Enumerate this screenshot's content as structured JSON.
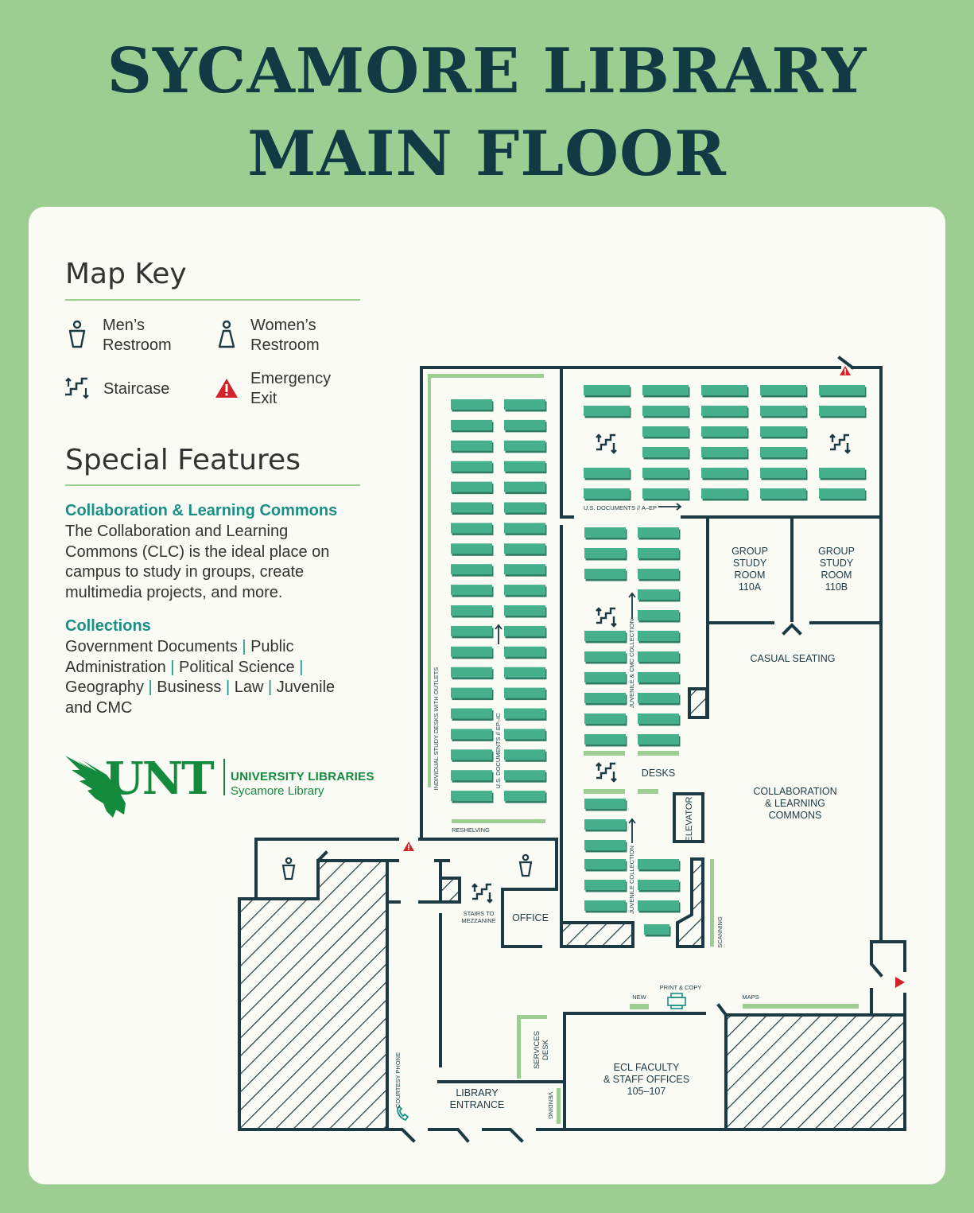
{
  "title_line1": "SYCAMORE LIBRARY",
  "title_line2": "MAIN FLOOR",
  "map_key": {
    "heading": "Map Key",
    "mens": "Men’s Restroom",
    "womens": "Women’s Restroom",
    "stairs": "Staircase",
    "exit": "Emergency Exit",
    "icons": [
      "mens-restroom-icon",
      "womens-restroom-icon",
      "staircase-icon",
      "emergency-exit-icon"
    ]
  },
  "special": {
    "heading": "Special Features",
    "clc_title": "Collaboration & Learning Commons",
    "clc_body": "The Collaboration and Learning Commons (CLC) is the ideal place on campus to study in groups, create multimedia projects, and more.",
    "coll_title": "Collections",
    "coll_items": [
      "Government Documents",
      "Public Administration",
      "Political Science",
      "Geography",
      "Business",
      "Law",
      "Juvenile and CMC"
    ]
  },
  "logo": {
    "word": "UNT",
    "line1": "UNIVERSITY LIBRARIES",
    "line2": "Sycamore Library"
  },
  "rooms": {
    "group_a": [
      "GROUP",
      "STUDY",
      "ROOM",
      "110A"
    ],
    "group_b": [
      "GROUP",
      "STUDY",
      "ROOM",
      "110B"
    ],
    "casual": "CASUAL SEATING",
    "clc": [
      "COLLABORATION",
      "& LEARNING",
      "COMMONS"
    ],
    "desks": "DESKS",
    "elevator": "ELEVATOR",
    "office": "OFFICE",
    "stairs_mezz": [
      "STAIRS TO",
      "MEZZANINE"
    ],
    "ecl": [
      "ECL FACULTY",
      "& STAFF OFFICES",
      "105–107"
    ],
    "entrance": [
      "LIBRARY",
      "ENTRANCE"
    ],
    "services": [
      "SERVICES",
      "DESK"
    ],
    "print": "PRINT & COPY",
    "new": "NEW",
    "maps": "MAPS",
    "scanning": "SCANNING",
    "vending": "VENDING",
    "phone": "COURTESY PHONE",
    "reshelving": "RESHELVING",
    "indiv": "INDIVIDUAL STUDY DESKS WITH OUTLETS",
    "usdoc_ep": "U.S. DOCUMENTS // EP–IC",
    "usdoc_a": "U.S. DOCUMENTS // A–EP",
    "juv_cmc": "JUVENILE & CMC COLLECTION",
    "juv": "JUVENILE COLLECTION"
  },
  "colors": {
    "background": "#9dce91",
    "ink": "#1c3a44",
    "shelf": "#46b08c",
    "shelf_shadow": "#2d7c63",
    "accent": "#1a8f86",
    "exit": "#d2232a",
    "logo": "#138a3c"
  }
}
